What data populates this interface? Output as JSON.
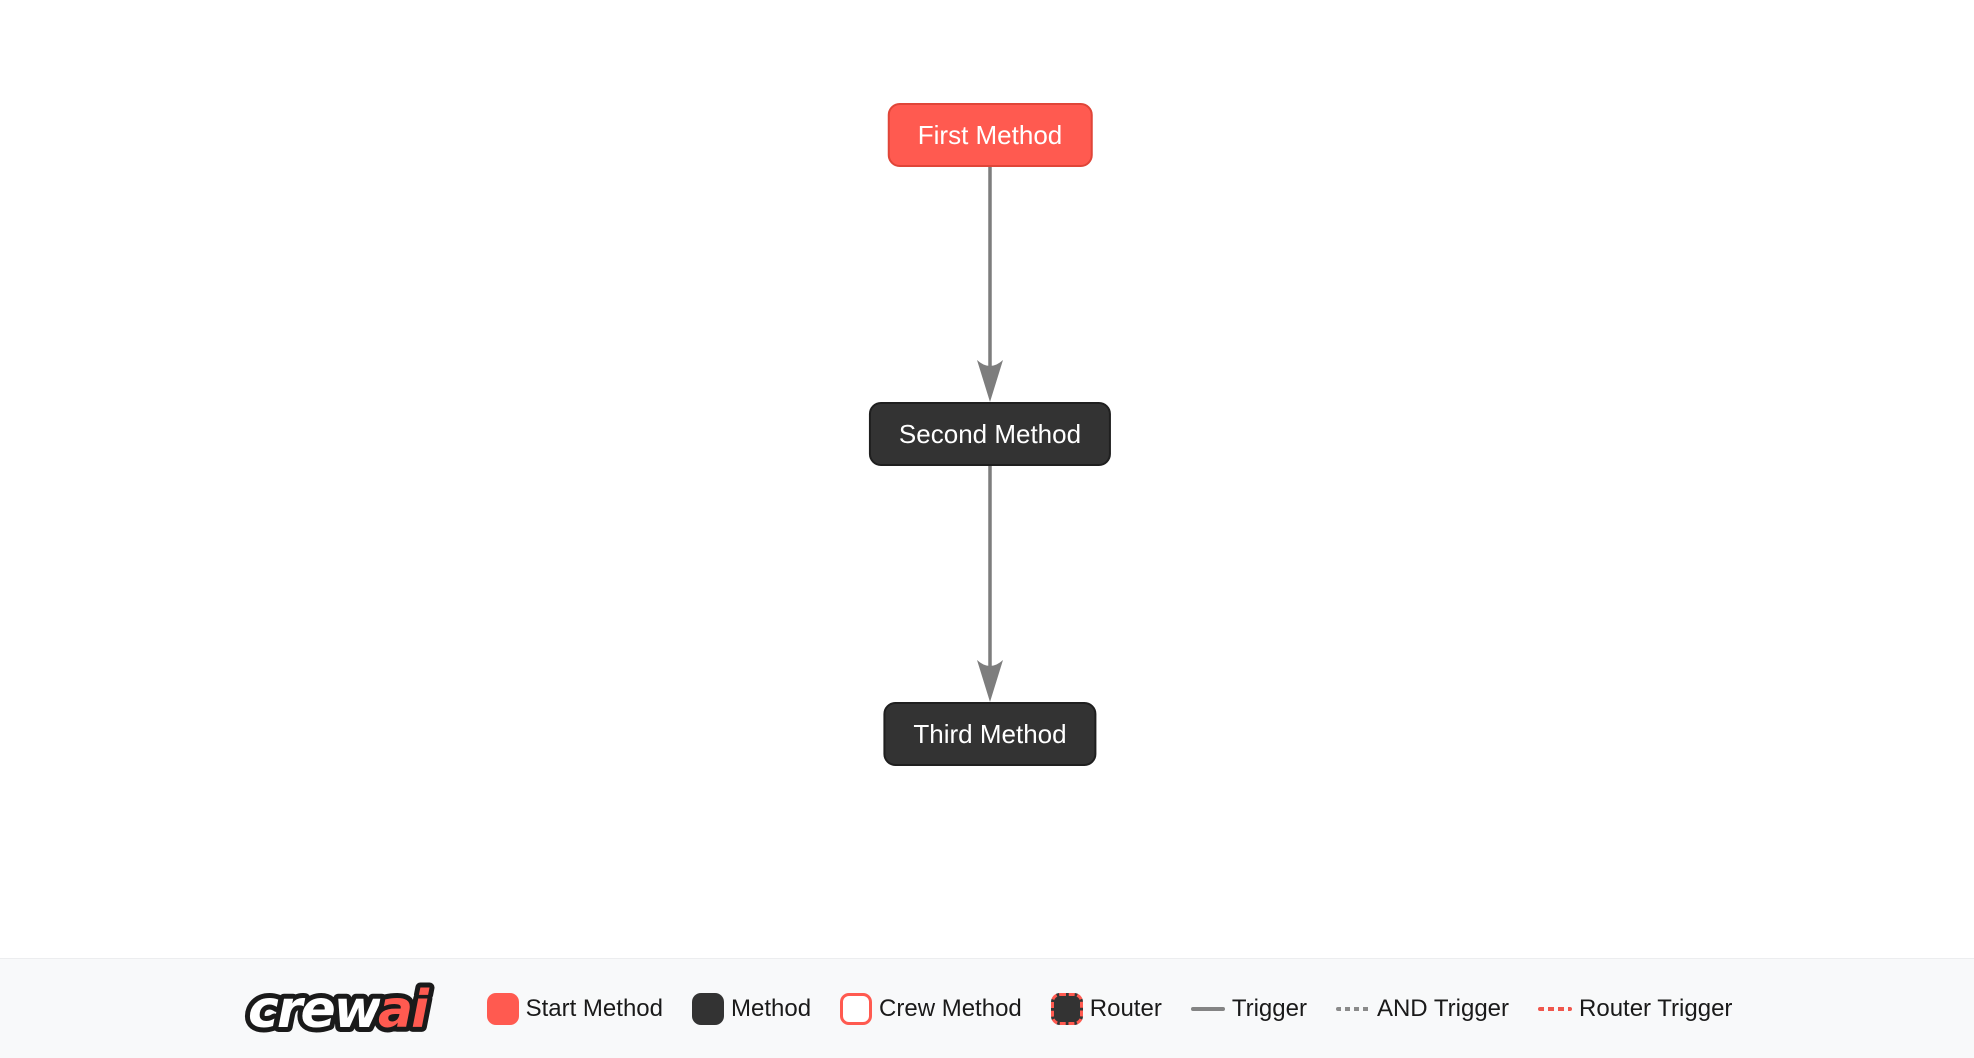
{
  "diagram": {
    "nodes": [
      {
        "label": "First Method",
        "type": "start-method"
      },
      {
        "label": "Second Method",
        "type": "method"
      },
      {
        "label": "Third Method",
        "type": "method"
      }
    ],
    "edges": [
      {
        "from": "First Method",
        "to": "Second Method",
        "type": "trigger"
      },
      {
        "from": "Second Method",
        "to": "Third Method",
        "type": "trigger"
      }
    ]
  },
  "footer": {
    "logo": {
      "text_white": "crew",
      "text_red": "ai"
    },
    "legend": [
      {
        "label": "Start Method",
        "swatch": "start-method-swatch"
      },
      {
        "label": "Method",
        "swatch": "method-swatch"
      },
      {
        "label": "Crew Method",
        "swatch": "crew-method-swatch"
      },
      {
        "label": "Router",
        "swatch": "router-swatch"
      },
      {
        "label": "Trigger",
        "swatch": "trigger-line"
      },
      {
        "label": "AND Trigger",
        "swatch": "and-trigger-line"
      },
      {
        "label": "Router Trigger",
        "swatch": "router-trigger-line"
      }
    ]
  },
  "colors": {
    "start_method_bg": "#FF5A50",
    "start_method_border": "#E04538",
    "method_bg": "#333333",
    "method_border": "#1F1F1F",
    "node_text": "#FFFFFF",
    "edge": "#7D7D7D",
    "router_accent": "#FF5A50",
    "legend_bar_bg": "#F8F9FA",
    "canvas_bg": "#FFFFFF",
    "legend_text": "#1A1A1A"
  }
}
